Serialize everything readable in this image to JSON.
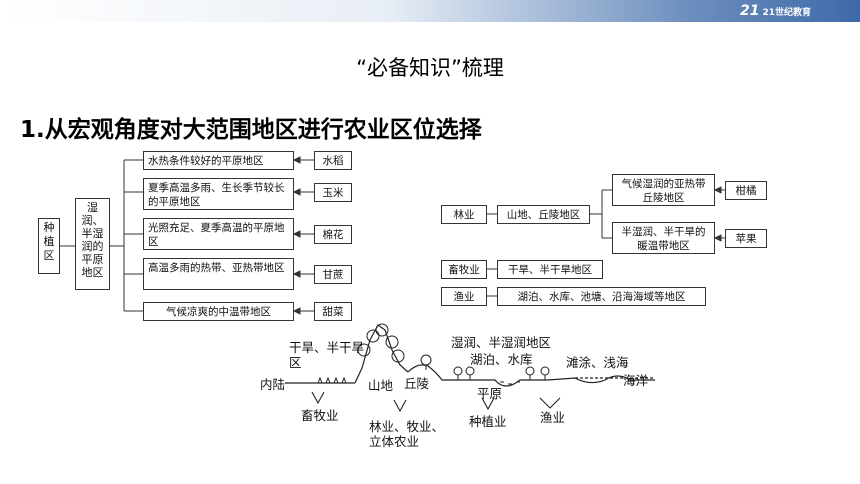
{
  "header": {
    "logo_mark": "21",
    "logo_text": "21世纪教育"
  },
  "title": "“必备知识”梳理",
  "section_title": "1.从宏观角度对大范围地区进行农业区位选择",
  "left_tree": {
    "root": "种植区",
    "middle": "湿润、半湿润的平原地区",
    "items": [
      {
        "condition": "水热条件较好的平原地区",
        "crop": "水稻"
      },
      {
        "condition": "夏季高温多雨、生长季节较长的平原地区",
        "crop": "玉米"
      },
      {
        "condition": "光照充足、夏季高温的平原地区",
        "crop": "棉花"
      },
      {
        "condition": "高温多雨的热带、亚热带地区",
        "crop": "甘蔗"
      },
      {
        "condition": "气候凉爽的中温带地区",
        "crop": "甜菜"
      }
    ]
  },
  "right_tree": {
    "forestry": {
      "label": "林业",
      "region": "山地、丘陵地区",
      "items": [
        {
          "condition": "气候湿润的亚热带丘陵地区",
          "crop": "柑橘"
        },
        {
          "condition": "半湿润、半干旱的暖温带地区",
          "crop": "苹果"
        }
      ]
    },
    "animal": {
      "label": "畜牧业",
      "region": "干旱、半干旱地区"
    },
    "fishery": {
      "label": "渔业",
      "region": "湖泊、水库、池塘、沿海海域等地区"
    }
  },
  "profile": {
    "labels": {
      "dry_region": "干旱、半干旱区",
      "inland": "内陆",
      "mountain": "山地",
      "hill": "丘陵",
      "humid_region": "湿润、半湿润地区",
      "lake": "湖泊、水库",
      "plain": "平原",
      "beach": "滩涂、浅海",
      "ocean": "海洋",
      "animal": "畜牧业",
      "forest": "林业、牧业、立体农业",
      "crop": "种植业",
      "fish": "渔业"
    }
  }
}
